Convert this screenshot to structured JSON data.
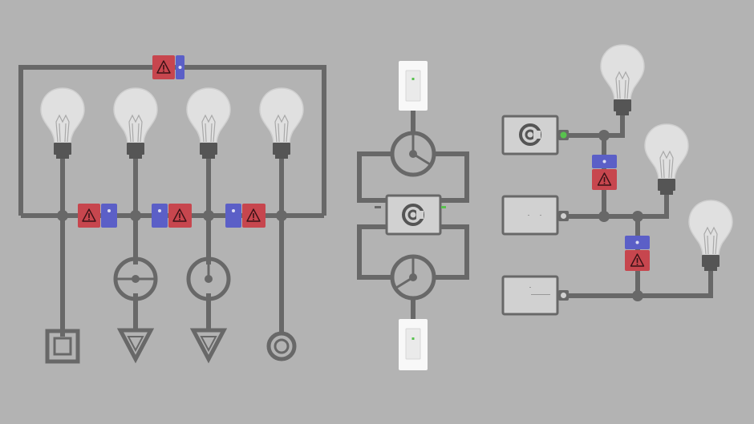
{
  "board": {
    "background": "#b3b3b3",
    "wire_color": "#686868",
    "fuse_warning_color": "#c7464e",
    "fuse_ok_color": "#5b5fc7",
    "bulb_color": "#e0e0e0",
    "status_light_color": "#58c24e"
  },
  "icons": {
    "warning": "warning-triangle-icon",
    "power": "power-source-icon",
    "ground": "ground-terminal-icon",
    "arrow": "down-arrow-terminal-icon",
    "ring": "ring-terminal-icon"
  },
  "left_circuit": {
    "bulbs": 4,
    "fuses": [
      {
        "state": "warning"
      },
      {
        "state": "warning"
      },
      {
        "state": "warning"
      },
      {
        "state": "warning"
      }
    ],
    "terminals": [
      "ground",
      "arrow",
      "arrow",
      "ring"
    ],
    "dials": 2
  },
  "middle_circuit": {
    "switches": 2,
    "dials": 2,
    "power_source": "power-source-icon"
  },
  "right_circuit": {
    "bulbs": 3,
    "fuses": [
      {
        "state": "warning"
      },
      {
        "state": "warning"
      }
    ],
    "sources": 3,
    "active_source_indicator": "on"
  }
}
